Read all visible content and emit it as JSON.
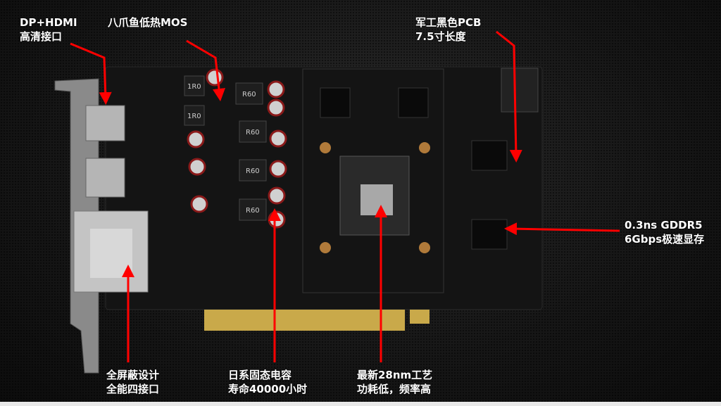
{
  "colors": {
    "arrow": "#ff0000",
    "text": "#ffffff",
    "pcb": "#141414",
    "gold": "#c9a94a"
  },
  "labels": {
    "ports": {
      "line1": "DP+HDMI",
      "line2": "高清接口"
    },
    "mos": {
      "line1": "八爪鱼低热MOS"
    },
    "pcb": {
      "line1": "军工黑色PCB",
      "line2": "7.5寸长度"
    },
    "memory": {
      "line1": "0.3ns GDDR5",
      "line2": "6Gbps极速显存"
    },
    "shield": {
      "line1": "全屏蔽设计",
      "line2": "全能四接口"
    },
    "capacitor": {
      "line1": "日系固态电容",
      "line2": "寿命40000小时"
    },
    "gpu": {
      "line1": "最新28nm工艺",
      "line2": "功耗低，频率高"
    }
  },
  "board_markings": {
    "inductor_1r0": "1R0",
    "inductor_r60": "R60"
  }
}
